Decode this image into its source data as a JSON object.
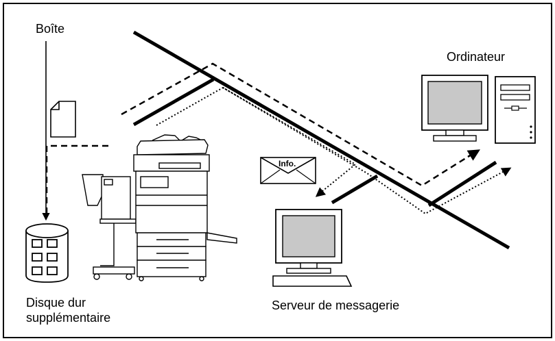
{
  "labels": {
    "box": "Boîte",
    "computer": "Ordinateur",
    "mail_server": "Serveur de messagerie",
    "hard_disk_line1": "Disque dur",
    "hard_disk_line2": "supplémentaire",
    "envelope_text": "Info."
  },
  "colors": {
    "line": "#000000",
    "screen": "#c8c8c8",
    "background": "#ffffff"
  }
}
